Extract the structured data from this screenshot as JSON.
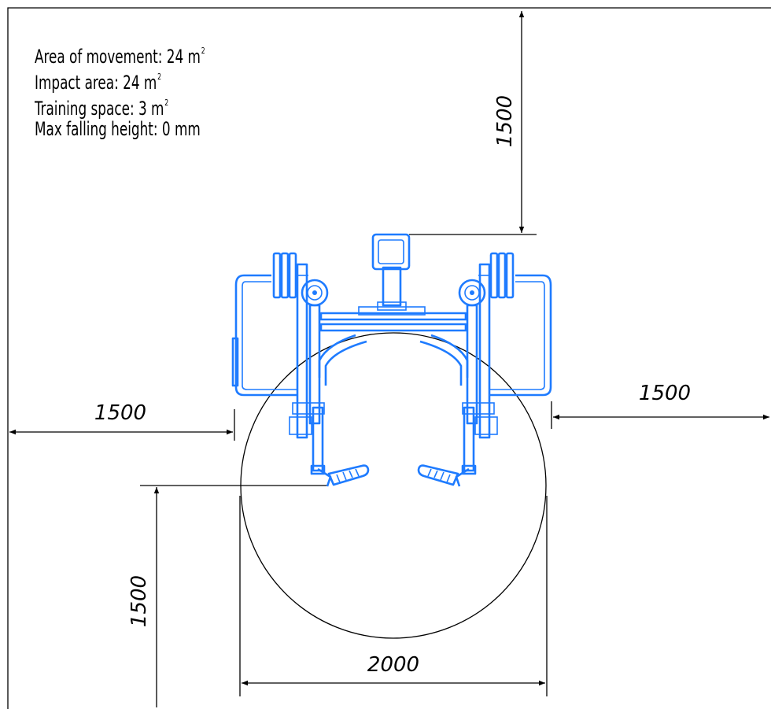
{
  "specs": [
    {
      "label": "Area of movement: 24 m",
      "sup": "2"
    },
    {
      "label": "Impact area: 24 m",
      "sup": "2"
    },
    {
      "label": "Training space: 3 m",
      "sup": "2"
    },
    {
      "label": "Max falling height: 0 mm",
      "sup": ""
    }
  ],
  "dimensions": {
    "top": "1500",
    "left": "1500",
    "right": "1500",
    "bottom_vertical": "1500",
    "diameter": "2000"
  },
  "colors": {
    "equipment": "#1e7bff",
    "lines": "#000000"
  }
}
